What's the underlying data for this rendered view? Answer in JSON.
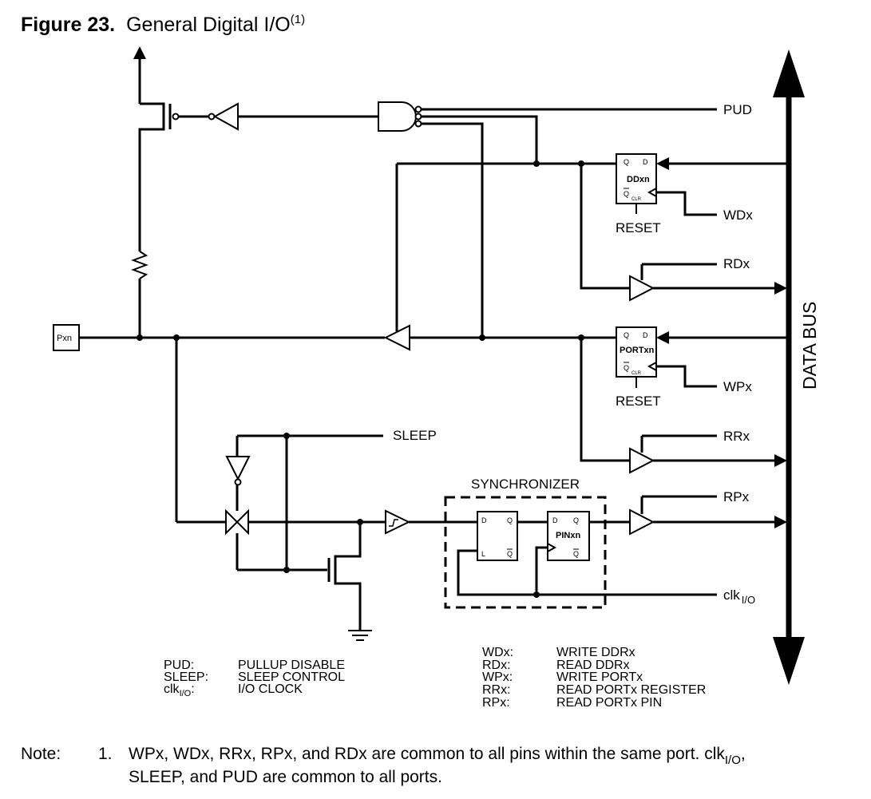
{
  "figure": {
    "label": "Figure 23.",
    "title": "General Digital I/O",
    "title_sup": "(1)"
  },
  "pin": {
    "label": "Pxn"
  },
  "signals": {
    "pud": "PUD",
    "wdx": "WDx",
    "rdx": "RDx",
    "wpx": "WPx",
    "rrx": "RRx",
    "rpx": "RPx",
    "sleep": "SLEEP",
    "clk_base": "clk",
    "clk_sub": "I/O",
    "data_bus": "DATA BUS"
  },
  "blocks": {
    "ddxn": {
      "name": "DDxn",
      "q": "Q",
      "d": "D",
      "qbar": "Q",
      "clr": "CLR",
      "reset": "RESET"
    },
    "portxn": {
      "name": "PORTxn",
      "q": "Q",
      "d": "D",
      "qbar": "Q",
      "clr": "CLR",
      "reset": "RESET"
    },
    "synchronizer": {
      "label": "SYNCHRONIZER"
    },
    "latch": {
      "d": "D",
      "q": "Q",
      "l": "L",
      "qbar": "Q"
    },
    "pinxn": {
      "name": "PINxn",
      "d": "D",
      "q": "Q",
      "qbar": "Q"
    }
  },
  "legend_left": [
    {
      "abbr": "PUD:",
      "desc": "PULLUP DISABLE"
    },
    {
      "abbr": "SLEEP:",
      "desc": "SLEEP CONTROL"
    },
    {
      "abbr_base": "clk",
      "abbr_sub": "I/O",
      "abbr_tail": ":",
      "desc": "I/O CLOCK"
    }
  ],
  "legend_right": [
    {
      "abbr": "WDx:",
      "desc": "WRITE DDRx"
    },
    {
      "abbr": "RDx:",
      "desc": "READ DDRx"
    },
    {
      "abbr": "WPx:",
      "desc": "WRITE PORTx"
    },
    {
      "abbr": "RRx:",
      "desc": "READ PORTx REGISTER"
    },
    {
      "abbr": "RPx:",
      "desc": "READ PORTx PIN"
    }
  ],
  "note": {
    "label": "Note:",
    "number": "1.",
    "line1_a": "WPx, WDx, RRx, RPx, and RDx are common to all pins within the same port. clk",
    "line1_sub": "I/O",
    "line1_b": ",",
    "line2": "SLEEP, and PUD are common to all ports."
  }
}
